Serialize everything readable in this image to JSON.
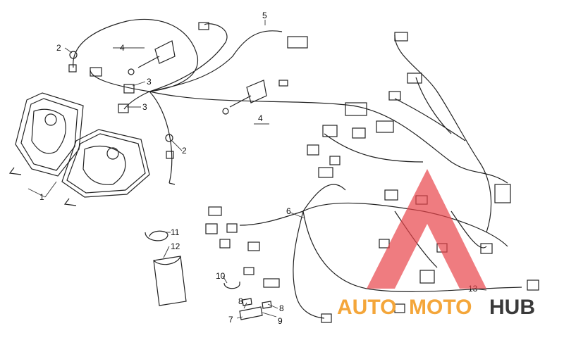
{
  "callouts": [
    {
      "label": "1"
    },
    {
      "label": "2"
    },
    {
      "label": "2"
    },
    {
      "label": "3"
    },
    {
      "label": "3"
    },
    {
      "label": "4"
    },
    {
      "label": "4"
    },
    {
      "label": "5"
    },
    {
      "label": "6"
    },
    {
      "label": "7"
    },
    {
      "label": "8"
    },
    {
      "label": "8"
    },
    {
      "label": "9"
    },
    {
      "label": "10"
    },
    {
      "label": "11"
    },
    {
      "label": "12"
    },
    {
      "label": "13"
    }
  ],
  "watermark": {
    "part_auto": "AUTO",
    "part_moto": "MOTO",
    "part_hub": "HUB",
    "color_auto": "#f4a63a",
    "color_moto": "#f4a63a",
    "color_hub": "#3a3a3a",
    "logo_color": "#e8454a"
  },
  "colors": {
    "line": "#222222",
    "leader": "#333333"
  }
}
